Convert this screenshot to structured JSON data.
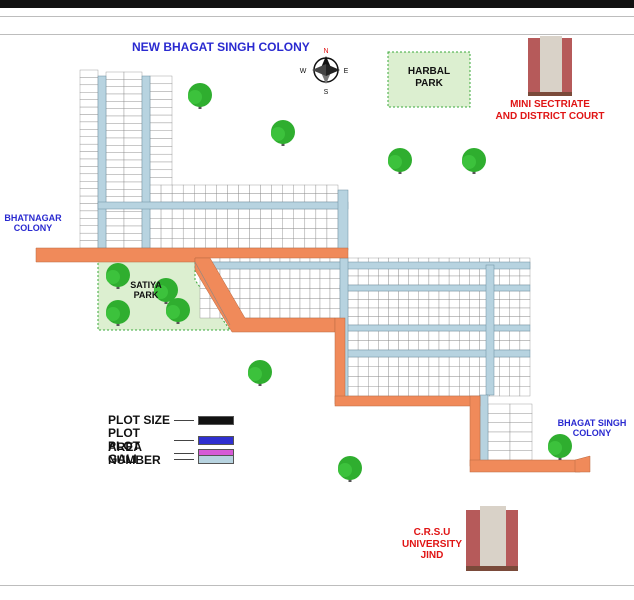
{
  "colony_title": "NEW BHAGAT SINGH COLONY",
  "compass": {
    "n": "N",
    "s": "S",
    "e": "E",
    "w": "W"
  },
  "harbal_park": {
    "line1": "HARBAL",
    "line2": "PARK"
  },
  "mini_secretariat": {
    "line1": "MINI SECTRIATE",
    "line2": "AND DISTRICT COURT"
  },
  "bhatnagar": {
    "line1": "BHATNAGAR",
    "line2": "COLONY"
  },
  "bhagat_singh_colony": {
    "line1": "BHAGAT SINGH",
    "line2": "COLONY"
  },
  "satiya_park": {
    "line1": "SATIYA",
    "line2": "PARK"
  },
  "crsu": {
    "line1": "C.R.S.U",
    "line2": "UNIVERSITY",
    "line3": "JIND"
  },
  "legend": [
    {
      "label": "PLOT SIZE",
      "color": "#111111"
    },
    {
      "label": "PLOT AREA",
      "color": "#2f2fd0"
    },
    {
      "label": "PLOT NUMBER",
      "color": "#d65ad6"
    },
    {
      "label": "GALI",
      "color": "#b7d3e0"
    }
  ],
  "colors": {
    "road": "#f08a5a",
    "gali": "#b7d3e0",
    "park": "#dcefd0",
    "tree": "#2fae2f",
    "plot_text": "#b040c0"
  }
}
